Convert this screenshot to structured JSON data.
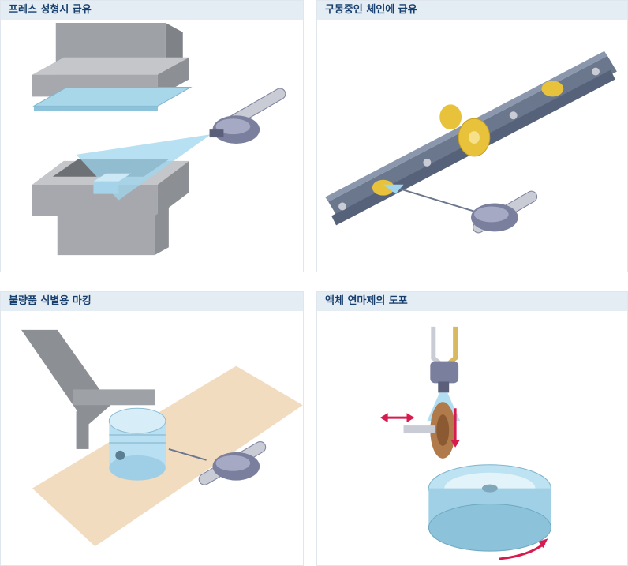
{
  "panels": [
    {
      "title": "프레스 성형시 급유",
      "illustration": "press-forming-lubrication"
    },
    {
      "title": "구동중인 체인에 급유",
      "illustration": "chain-lubrication"
    },
    {
      "title": "불량품 식별용 마킹",
      "illustration": "defect-marking"
    },
    {
      "title": "액체 연마제의 도포",
      "illustration": "liquid-abrasive-application"
    }
  ],
  "colors": {
    "header_bg": "#e4ecf4",
    "header_text": "#173f6e",
    "spray": "#9fd6ee",
    "metal": "#a9abb0",
    "nozzle": "#7b7f9e",
    "gear": "#e8c23a",
    "arrow": "#d81b4f"
  }
}
